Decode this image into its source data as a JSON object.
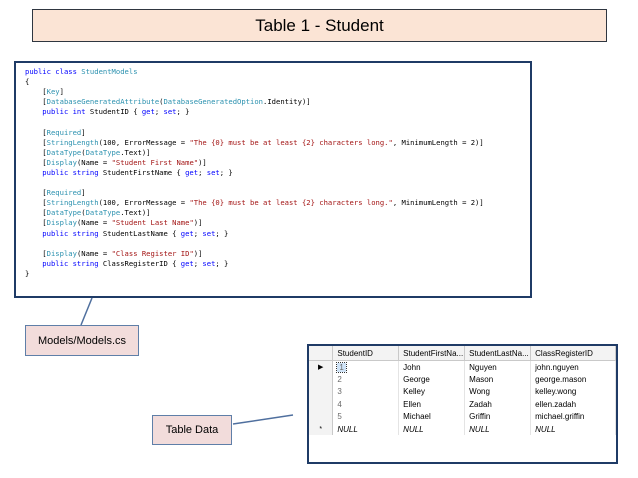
{
  "slide": {
    "title": "Table 1 - Student"
  },
  "code": {
    "lines": [
      [
        {
          "t": "public class ",
          "c": "kw"
        },
        {
          "t": "StudentModels",
          "c": "ty"
        }
      ],
      [
        {
          "t": "{",
          "c": ""
        }
      ],
      [
        {
          "t": "    [",
          "c": ""
        },
        {
          "t": "Key",
          "c": "ty"
        },
        {
          "t": "]",
          "c": ""
        }
      ],
      [
        {
          "t": "    [",
          "c": ""
        },
        {
          "t": "DatabaseGeneratedAttribute",
          "c": "ty"
        },
        {
          "t": "(",
          "c": ""
        },
        {
          "t": "DatabaseGeneratedOption",
          "c": "ty"
        },
        {
          "t": ".Identity)]",
          "c": ""
        }
      ],
      [
        {
          "t": "    public int ",
          "c": "kw"
        },
        {
          "t": "StudentID { ",
          "c": ""
        },
        {
          "t": "get",
          "c": "kw"
        },
        {
          "t": "; ",
          "c": ""
        },
        {
          "t": "set",
          "c": "kw"
        },
        {
          "t": "; }",
          "c": ""
        }
      ],
      [
        {
          "t": "",
          "c": ""
        }
      ],
      [
        {
          "t": "    [",
          "c": ""
        },
        {
          "t": "Required",
          "c": "ty"
        },
        {
          "t": "]",
          "c": ""
        }
      ],
      [
        {
          "t": "    [",
          "c": ""
        },
        {
          "t": "StringLength",
          "c": "ty"
        },
        {
          "t": "(100, ErrorMessage = ",
          "c": ""
        },
        {
          "t": "\"The {0} must be at least {2} characters long.\"",
          "c": "st"
        },
        {
          "t": ", MinimumLength = 2)]",
          "c": ""
        }
      ],
      [
        {
          "t": "    [",
          "c": ""
        },
        {
          "t": "DataType",
          "c": "ty"
        },
        {
          "t": "(",
          "c": ""
        },
        {
          "t": "DataType",
          "c": "ty"
        },
        {
          "t": ".Text)]",
          "c": ""
        }
      ],
      [
        {
          "t": "    [",
          "c": ""
        },
        {
          "t": "Display",
          "c": "ty"
        },
        {
          "t": "(Name = ",
          "c": ""
        },
        {
          "t": "\"Student First Name\"",
          "c": "st"
        },
        {
          "t": ")]",
          "c": ""
        }
      ],
      [
        {
          "t": "    public string ",
          "c": "kw"
        },
        {
          "t": "StudentFirstName { ",
          "c": ""
        },
        {
          "t": "get",
          "c": "kw"
        },
        {
          "t": "; ",
          "c": ""
        },
        {
          "t": "set",
          "c": "kw"
        },
        {
          "t": "; }",
          "c": ""
        }
      ],
      [
        {
          "t": "",
          "c": ""
        }
      ],
      [
        {
          "t": "    [",
          "c": ""
        },
        {
          "t": "Required",
          "c": "ty"
        },
        {
          "t": "]",
          "c": ""
        }
      ],
      [
        {
          "t": "    [",
          "c": ""
        },
        {
          "t": "StringLength",
          "c": "ty"
        },
        {
          "t": "(100, ErrorMessage = ",
          "c": ""
        },
        {
          "t": "\"The {0} must be at least {2} characters long.\"",
          "c": "st"
        },
        {
          "t": ", MinimumLength = 2)]",
          "c": ""
        }
      ],
      [
        {
          "t": "    [",
          "c": ""
        },
        {
          "t": "DataType",
          "c": "ty"
        },
        {
          "t": "(",
          "c": ""
        },
        {
          "t": "DataType",
          "c": "ty"
        },
        {
          "t": ".Text)]",
          "c": ""
        }
      ],
      [
        {
          "t": "    [",
          "c": ""
        },
        {
          "t": "Display",
          "c": "ty"
        },
        {
          "t": "(Name = ",
          "c": ""
        },
        {
          "t": "\"Student Last Name\"",
          "c": "st"
        },
        {
          "t": ")]",
          "c": ""
        }
      ],
      [
        {
          "t": "    public string ",
          "c": "kw"
        },
        {
          "t": "StudentLastName { ",
          "c": ""
        },
        {
          "t": "get",
          "c": "kw"
        },
        {
          "t": "; ",
          "c": ""
        },
        {
          "t": "set",
          "c": "kw"
        },
        {
          "t": "; }",
          "c": ""
        }
      ],
      [
        {
          "t": "",
          "c": ""
        }
      ],
      [
        {
          "t": "    [",
          "c": ""
        },
        {
          "t": "Display",
          "c": "ty"
        },
        {
          "t": "(Name = ",
          "c": ""
        },
        {
          "t": "\"Class Register ID\"",
          "c": "st"
        },
        {
          "t": ")]",
          "c": ""
        }
      ],
      [
        {
          "t": "    public string ",
          "c": "kw"
        },
        {
          "t": "ClassRegisterID { ",
          "c": ""
        },
        {
          "t": "get",
          "c": "kw"
        },
        {
          "t": "; ",
          "c": ""
        },
        {
          "t": "set",
          "c": "kw"
        },
        {
          "t": "; }",
          "c": ""
        }
      ],
      [
        {
          "t": "}",
          "c": ""
        }
      ]
    ]
  },
  "callouts": {
    "models_label": "Models/Models.cs",
    "table_label": "Table Data"
  },
  "grid": {
    "columns": [
      "StudentID",
      "StudentFirstNa...",
      "StudentLastNa...",
      "ClassRegisterID"
    ],
    "rows": [
      {
        "marker": "▶",
        "cells": [
          "1",
          "John",
          "Nguyen",
          "john.nguyen"
        ],
        "selected": true,
        "null": false
      },
      {
        "marker": "",
        "cells": [
          "2",
          "George",
          "Mason",
          "george.mason"
        ],
        "selected": false,
        "null": false
      },
      {
        "marker": "",
        "cells": [
          "3",
          "Kelley",
          "Wong",
          "kelley.wong"
        ],
        "selected": false,
        "null": false
      },
      {
        "marker": "",
        "cells": [
          "4",
          "Ellen",
          "Zadah",
          "ellen.zadah"
        ],
        "selected": false,
        "null": false
      },
      {
        "marker": "",
        "cells": [
          "5",
          "Michael",
          "Griffin",
          "michael.griffin"
        ],
        "selected": false,
        "null": false
      },
      {
        "marker": "*",
        "cells": [
          "NULL",
          "NULL",
          "NULL",
          "NULL"
        ],
        "selected": false,
        "null": true
      }
    ]
  },
  "colors": {
    "title_fill": "#fbe4d5",
    "callout_fill": "#f2dcdb",
    "panel_border": "#1f3b66",
    "keyword": "#0000ff",
    "type": "#2b91af",
    "string": "#a31515"
  }
}
